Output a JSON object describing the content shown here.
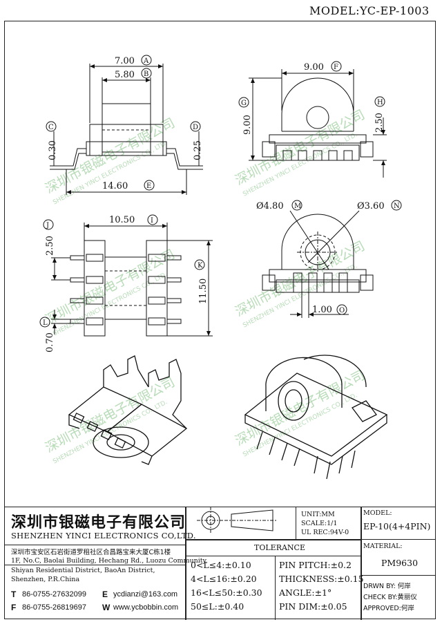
{
  "header": {
    "model_label": "MODEL:YC-EP-1003"
  },
  "dimensions": {
    "a": "7.00",
    "a_tag": "A",
    "b": "5.80",
    "b_tag": "B",
    "c": "0.30",
    "c_tag": "C",
    "d": "0.25",
    "d_tag": "D",
    "e": "14.60",
    "e_tag": "E",
    "f": "9.00",
    "f_tag": "F",
    "g": "9.00",
    "g_tag": "G",
    "h": "2.50",
    "h_tag": "H",
    "i": "10.50",
    "i_tag": "I",
    "j": "2.50",
    "j_tag": "J",
    "k": "11.50",
    "k_tag": "K",
    "l": "0.70",
    "l_tag": "L",
    "m": "Ø4.80",
    "m_tag": "M",
    "n": "Ø3.60",
    "n_tag": "N",
    "o": "1.00",
    "o_tag": "O"
  },
  "watermark": {
    "cn": "深圳市银磁电子有限公司",
    "en": "SHENZHEN YINCI ELECTRONICS CO., LTD."
  },
  "title_block": {
    "company_cn": "深圳市银磁电子有限公司",
    "company_en": "SHENZHEN YINCI ELECTRONICS CO,LTD.",
    "address_cn": "深圳市宝安区石岩街道罗租社区合昌路宝来大厦C栋1楼",
    "address_en_1": "1F, No.C, Baolai Building, Hechang Rd., Luozu Community,",
    "address_en_2": "Shiyan Residential District, BaoAn District,",
    "address_en_3": "Shenzhen, P.R.China",
    "tel_key": "T",
    "tel": "86-0755-27632099",
    "fax_key": "F",
    "fax": "86-0755-26819697",
    "email_key": "E",
    "email": "ycdianzi@163.com",
    "web_key": "W",
    "web": "www.ycbobbin.com",
    "unit": "UNIT:MM",
    "scale": "SCALE:1/1",
    "ul_rec": "UL REC:94V-0",
    "tolerance_title": "TOLERANCE",
    "tol_1": "0<L≤4:±0.10",
    "tol_2": "4<L≤16:±0.20",
    "tol_3": "16<L≤50:±0.30",
    "tol_4": "50≤L:±0.40",
    "pin_pitch": "PIN PITCH:±0.2",
    "thickness": "THICKNESS:±0.15",
    "angle": "ANGLE:±1°",
    "pin_dim": "PIN DIM:±0.05",
    "model_label": "MODEL:",
    "model_value": "EP-10(4+4PIN)",
    "material_label": "MATERIAL:",
    "material_value": "PM9630",
    "drwn": "DRWN BY: 何岸",
    "check": "CHECK BY:黄丽仪",
    "approved": "APPROVED:何岸"
  }
}
